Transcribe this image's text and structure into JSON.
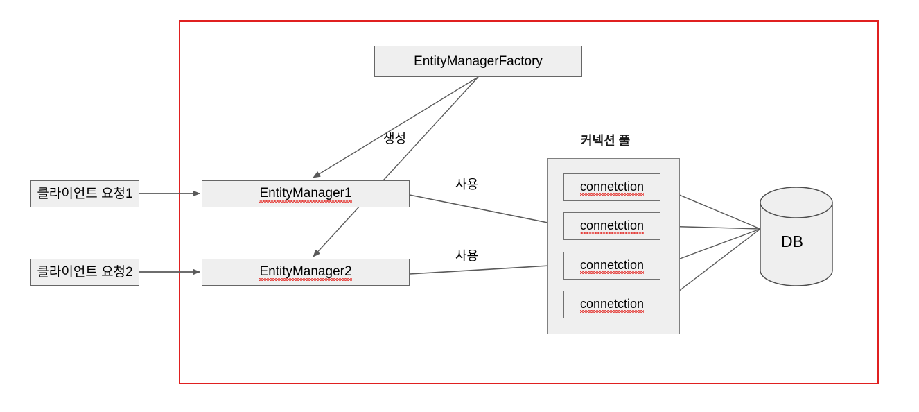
{
  "diagram": {
    "title": "JPA EntityManagerFactory / EntityManager / Connection Pool / DB",
    "boundary": {
      "name": "application-boundary",
      "color": "#e02020"
    },
    "colors": {
      "node_fill": "#efefef",
      "node_stroke": "#666666",
      "edge_stroke": "#5a5a5a",
      "boundary": "#e02020",
      "spellcheck_underline": "#e53935",
      "text": "#000000"
    },
    "nodes": {
      "factory": {
        "label": "EntityManagerFactory",
        "misspelled": false
      },
      "client_request_1": {
        "label": "클라이언트 요청1",
        "misspelled": false
      },
      "client_request_2": {
        "label": "클라이언트 요청2",
        "misspelled": false
      },
      "entity_manager_1": {
        "label": "EntityManager1",
        "misspelled": true
      },
      "entity_manager_2": {
        "label": "EntityManager2",
        "misspelled": true
      },
      "pool_title": "커넥션 풀",
      "connections": [
        {
          "label": "connetction",
          "misspelled": true
        },
        {
          "label": "connetction",
          "misspelled": true
        },
        {
          "label": "connetction",
          "misspelled": true
        },
        {
          "label": "connetction",
          "misspelled": true
        }
      ],
      "database": {
        "label": "DB",
        "shape": "cylinder"
      }
    },
    "edges": [
      {
        "from": "client_request_1",
        "to": "entity_manager_1",
        "label": ""
      },
      {
        "from": "client_request_2",
        "to": "entity_manager_2",
        "label": ""
      },
      {
        "from": "factory",
        "to": "entity_manager_1",
        "label": "생성"
      },
      {
        "from": "factory",
        "to": "entity_manager_2",
        "label": "생성"
      },
      {
        "from": "entity_manager_1",
        "to": "connection_2",
        "label": "사용"
      },
      {
        "from": "entity_manager_2",
        "to": "connection_3",
        "label": "사용"
      },
      {
        "from": "connection_1",
        "to": "database",
        "label": ""
      },
      {
        "from": "connection_2",
        "to": "database",
        "label": ""
      },
      {
        "from": "connection_3",
        "to": "database",
        "label": ""
      },
      {
        "from": "connection_4",
        "to": "database",
        "label": ""
      }
    ],
    "edge_labels": {
      "create": "생성",
      "use_1": "사용",
      "use_2": "사용"
    }
  }
}
